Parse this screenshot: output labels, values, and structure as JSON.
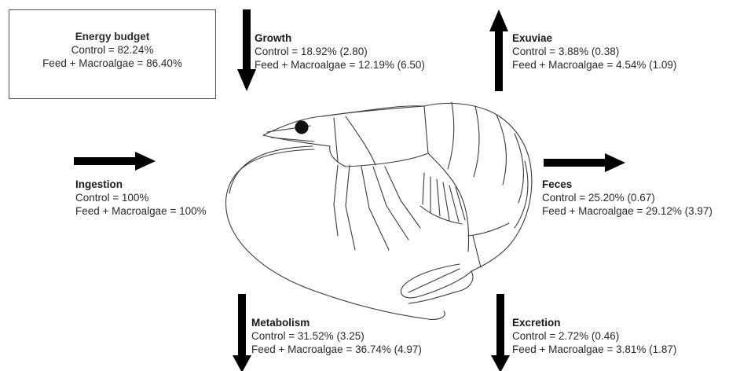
{
  "colors": {
    "arrow": "#000000",
    "text": "#2a2a2a",
    "outline": "#3a3a3a"
  },
  "energy_budget": {
    "title": "Energy budget",
    "control": "Control = 82.24%",
    "feed": "Feed + Macroalgae = 86.40%"
  },
  "growth": {
    "title": "Growth",
    "control": "Control =  18.92% (2.80)",
    "feed": "Feed + Macroalgae = 12.19% (6.50)"
  },
  "exuviae": {
    "title": "Exuviae",
    "control": "Control = 3.88% (0.38)",
    "feed": "Feed + Macroalgae =  4.54% (1.09)"
  },
  "ingestion": {
    "title": "Ingestion",
    "control": "Control = 100%",
    "feed": "Feed + Macroalgae = 100%"
  },
  "feces": {
    "title": "Feces",
    "control": "Control = 25.20% (0.67)",
    "feed": "Feed + Macroalgae = 29.12% (3.97)"
  },
  "metabolism": {
    "title": "Metabolism",
    "control": "Control = 31.52% (3.25)",
    "feed": "Feed + Macroalgae = 36.74% (4.97)"
  },
  "excretion": {
    "title": "Excretion",
    "control": "Control = 2.72% (0.46)",
    "feed": "Feed + Macroalgae =  3.81% (1.87)"
  },
  "arrows": {
    "growth": "down",
    "exuviae": "up",
    "ingestion": "right",
    "feces": "right",
    "metabolism": "down",
    "excretion": "down"
  }
}
